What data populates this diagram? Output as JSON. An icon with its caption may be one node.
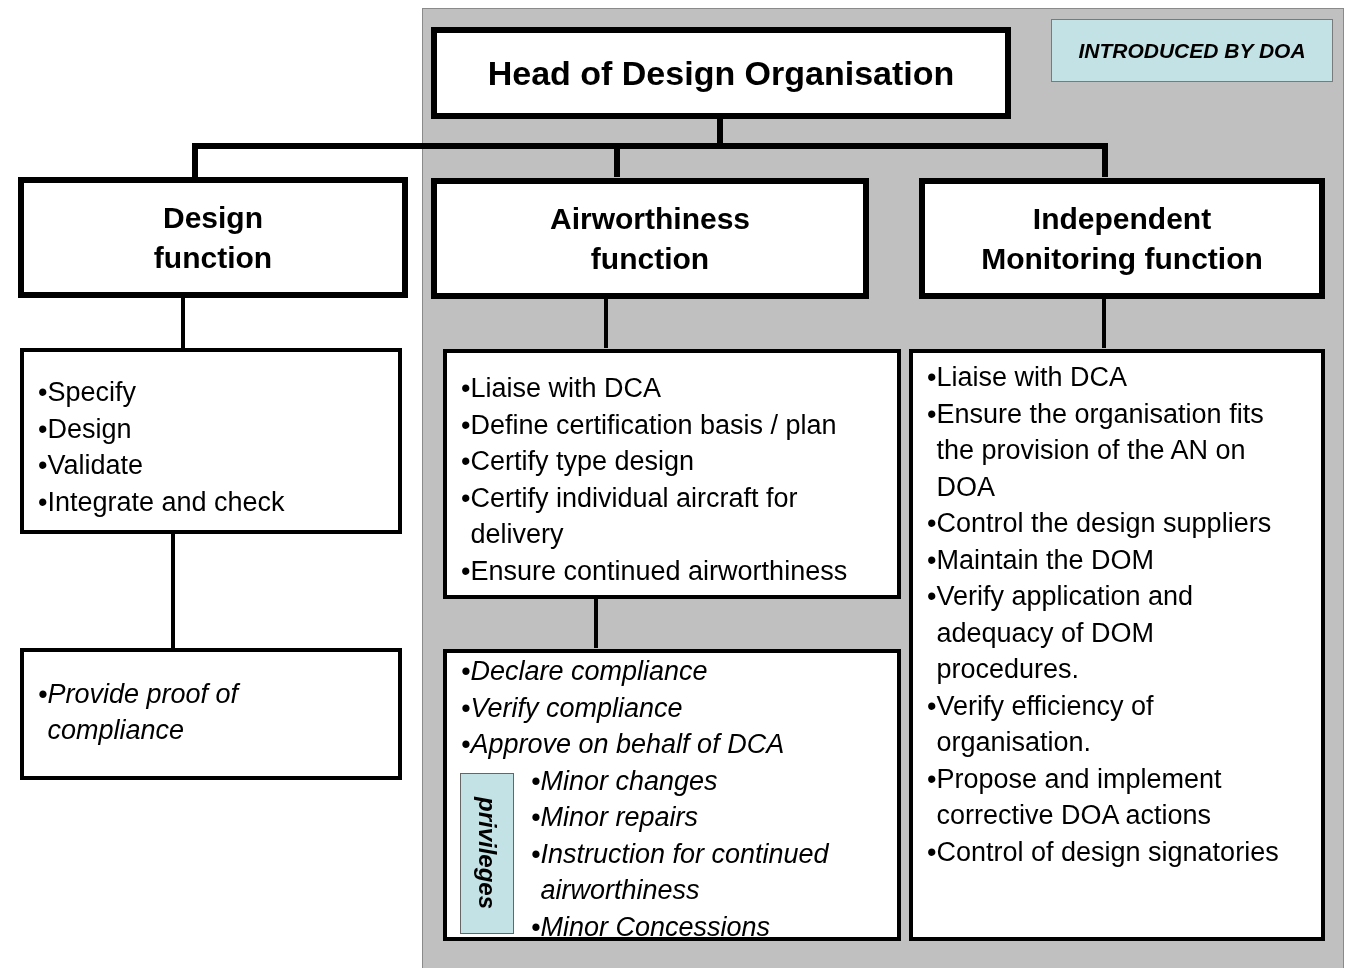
{
  "diagram": {
    "nodes": [
      {
        "text": [],
        "shape": "box"
      },
      {
        "text": [
          "INTRODUCED BY DOA"
        ],
        "in": 0
      },
      {
        "text": [
          "Head of Design Organisation"
        ],
        "in": 0
      },
      {
        "text": [
          "Design function"
        ]
      },
      {
        "text": [
          "Airworthiness function"
        ],
        "in": 0
      },
      {
        "text": [
          "Independent Monitoring function"
        ],
        "in": 0
      },
      {
        "text": [
          "•Specify",
          "•Design",
          "•Validate",
          "•Integrate and check"
        ]
      },
      {
        "text": [
          "•Provide proof of compliance"
        ]
      },
      {
        "text": [
          "•Liaise with DCA",
          "•Define certification basis / plan",
          "•Certify type design",
          "•Certify individual aircraft for delivery",
          "•Ensure continued airworthiness"
        ],
        "in": 0
      },
      {
        "text": [
          "•Declare compliance",
          "•Verify compliance",
          "•Approve on behalf of DCA",
          "•Minor changes",
          "•Minor repairs",
          "•Instruction for continued airworthiness",
          "•Minor Concessions"
        ],
        "in": 0
      },
      {
        "text": [
          "privileges"
        ],
        "in": 9
      },
      {
        "text": [
          "•Liaise with DCA",
          "•Ensure the organisation fits the provision of the AN on DOA",
          "•Control the design suppliers",
          "•Maintain the DOM",
          "•Verify application and adequacy of DOM procedures.",
          "•Verify efficiency of organisation.",
          "•Propose and implement corrective DOA actions",
          "•Control of design signatories"
        ],
        "in": 0
      }
    ],
    "edges": [
      {
        "from": 2,
        "to": 3,
        "arrow": "none"
      },
      {
        "from": 2,
        "to": 4,
        "arrow": "none"
      },
      {
        "from": 2,
        "to": 5,
        "arrow": "none"
      },
      {
        "from": 3,
        "to": 6,
        "arrow": "none"
      },
      {
        "from": 6,
        "to": 7,
        "arrow": "none"
      },
      {
        "from": 4,
        "to": 8,
        "arrow": "none"
      },
      {
        "from": 8,
        "to": 9,
        "arrow": "none"
      },
      {
        "from": 5,
        "to": 11,
        "arrow": "none"
      }
    ]
  }
}
